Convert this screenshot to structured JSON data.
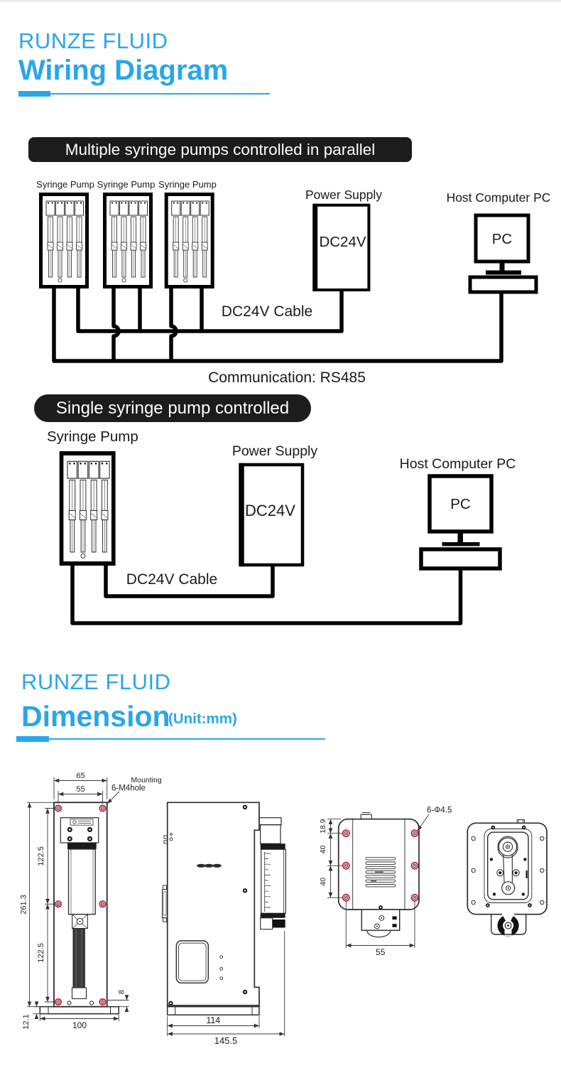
{
  "wiring": {
    "brand": "RUNZE FLUID",
    "title": "Wiring Diagram",
    "badge_multi": "Multiple syringe pumps controlled in parallel",
    "badge_single": "Single syringe pump controlled",
    "syringe_pump": "Syringe Pump",
    "power_supply": "Power Supply",
    "dc24v": "DC24V",
    "host_pc": "Host Computer PC",
    "pc": "PC",
    "dc24v_cable": "DC24V Cable",
    "communication": "Communication: RS485"
  },
  "dimension": {
    "brand": "RUNZE FLUID",
    "title": "Dimension",
    "unit": "(Unit:mm)",
    "front": {
      "width_top": "65",
      "width_holes": "55",
      "note_line1": "Mounting",
      "note_line2": "6-M4hole",
      "height_total": "261.3",
      "height_upper": "122.5",
      "height_lower": "122.5",
      "base_height": "12.1",
      "base_width": "100",
      "lip": "8"
    },
    "side": {
      "width_body": "114",
      "width_total": "145.5"
    },
    "back": {
      "offset_top": "18.9",
      "pitch_upper": "40",
      "pitch_lower": "40",
      "width_holes": "55",
      "hole_note": "6-Φ4.5"
    }
  },
  "colors": {
    "accent": "#2aa6e9",
    "badge_bg": "#1c1c1c",
    "wire": "#000000",
    "hole_ring": "#d8001b"
  }
}
